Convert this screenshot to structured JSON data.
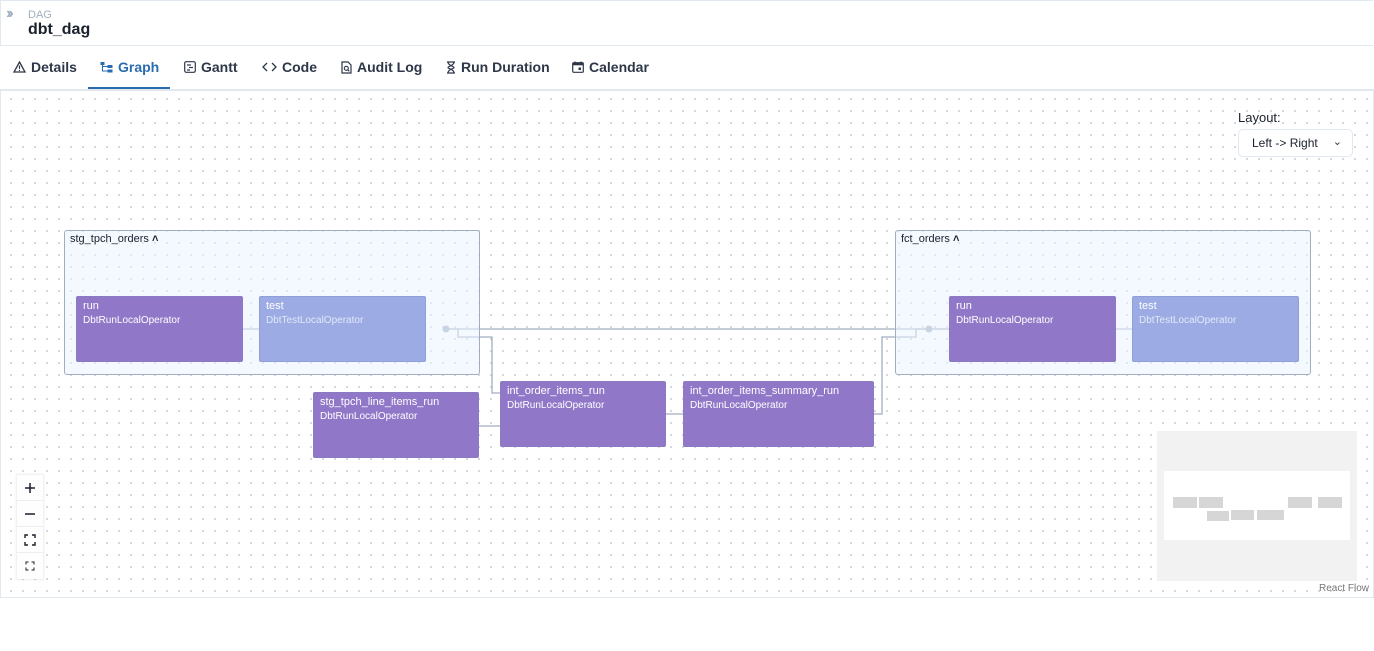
{
  "header": {
    "small": "DAG",
    "title": "dbt_dag"
  },
  "tabs": [
    {
      "label": "Details",
      "icon": "warning-icon"
    },
    {
      "label": "Graph",
      "icon": "graph-icon"
    },
    {
      "label": "Gantt",
      "icon": "gantt-icon"
    },
    {
      "label": "Code",
      "icon": "code-icon"
    },
    {
      "label": "Audit Log",
      "icon": "audit-log-icon"
    },
    {
      "label": "Run Duration",
      "icon": "hourglass-icon"
    },
    {
      "label": "Calendar",
      "icon": "calendar-icon"
    }
  ],
  "active_tab": "Graph",
  "layout": {
    "label": "Layout:",
    "value": "Left -> Right"
  },
  "groups": [
    {
      "label": "stg_tpch_orders",
      "nodes": [
        {
          "name": "run",
          "operator": "DbtRunLocalOperator"
        },
        {
          "name": "test",
          "operator": "DbtTestLocalOperator"
        }
      ]
    },
    {
      "label": "fct_orders",
      "nodes": [
        {
          "name": "run",
          "operator": "DbtRunLocalOperator"
        },
        {
          "name": "test",
          "operator": "DbtTestLocalOperator"
        }
      ]
    }
  ],
  "nodes": [
    {
      "name": "stg_tpch_line_items_run",
      "operator": "DbtRunLocalOperator"
    },
    {
      "name": "int_order_items_run",
      "operator": "DbtRunLocalOperator"
    },
    {
      "name": "int_order_items_summary_run",
      "operator": "DbtRunLocalOperator"
    }
  ],
  "colors": {
    "run_node": "#9077c8",
    "test_node": "#9cabe3",
    "active_tab": "#2b6cb0",
    "edge": "#a0aec0"
  },
  "controls": [
    {
      "name": "zoom-in",
      "icon": "plus-icon"
    },
    {
      "name": "zoom-out",
      "icon": "minus-icon"
    },
    {
      "name": "fit-view",
      "icon": "fit-view-icon"
    },
    {
      "name": "toggle-interactivity",
      "icon": "expand-icon"
    }
  ],
  "attribution": "React Flow"
}
